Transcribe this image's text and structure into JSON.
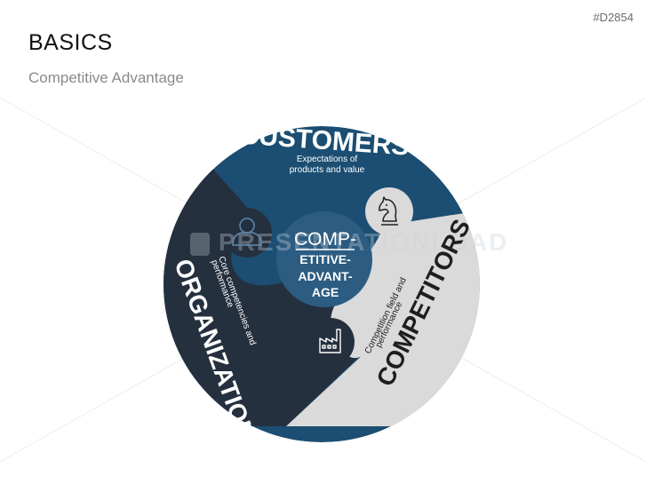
{
  "slide_id": "#D2854",
  "title": "BASICS",
  "subtitle": "Competitive Advantage",
  "watermark": "PRESENTATIONLOAD",
  "center": {
    "line1": "COMP-",
    "line2": "ETITIVE-",
    "line3": "ADVANT-",
    "line4": "AGE"
  },
  "segments": {
    "customers": {
      "heading": "CUSTOMERS",
      "desc_line1": "Expectations of",
      "desc_line2": "products and value",
      "icon": "chess-knight-icon"
    },
    "organization": {
      "heading": "ORGANIZATION",
      "desc_line1": "Core competencies and",
      "desc_line2": "performance",
      "icon": "person-icon"
    },
    "competitors": {
      "heading": "COMPETITORS",
      "desc_line1": "Competition field and",
      "desc_line2": "performance",
      "icon": "factory-icon"
    }
  },
  "colors": {
    "customers": "#1b4e72",
    "organization": "#25303f",
    "competitors": "#dadada",
    "center": "#2c5c81",
    "text_light": "#ffffff",
    "text_dark": "#1e1e1e"
  }
}
